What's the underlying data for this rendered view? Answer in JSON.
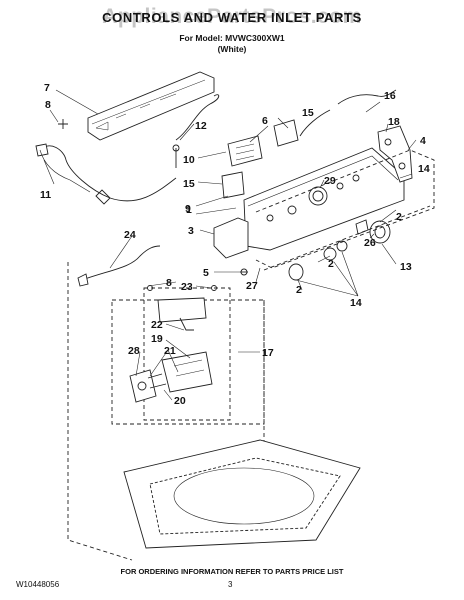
{
  "watermark": "AppliancePartsPros.com",
  "header": {
    "title": "CONTROLS AND WATER INLET PARTS",
    "model": "For Model: MVWC300XW1",
    "color": "(White)"
  },
  "callouts": [
    "7",
    "8",
    "16",
    "6",
    "15",
    "12",
    "18",
    "4",
    "10",
    "11",
    "15",
    "29",
    "14",
    "9",
    "1",
    "3",
    "2",
    "26",
    "2",
    "24",
    "5",
    "27",
    "2",
    "13",
    "8",
    "23",
    "14",
    "22",
    "19",
    "17",
    "28",
    "21",
    "20"
  ],
  "footer": {
    "note": "FOR ORDERING INFORMATION REFER TO PARTS PRICE LIST",
    "code": "W10448056",
    "page": "3"
  }
}
